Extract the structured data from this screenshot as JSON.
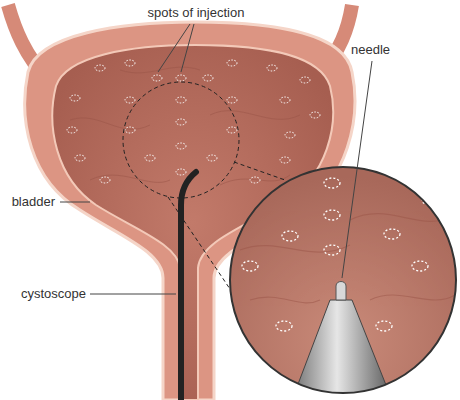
{
  "diagram": {
    "labels": [
      "spots of injection",
      "needle",
      "bladder",
      "cystoscope"
    ]
  }
}
